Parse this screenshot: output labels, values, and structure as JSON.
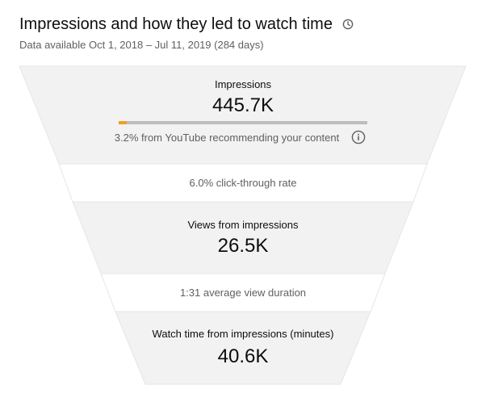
{
  "header": {
    "title": "Impressions and how they led to watch time",
    "subtitle": "Data available Oct 1, 2018 – Jul 11, 2019 (284 days)",
    "title_icon": "clock-icon"
  },
  "funnel": {
    "impressions": {
      "label": "Impressions",
      "value": "445.7K",
      "recommend_share": 0.032,
      "recommend_note": "3.2% from YouTube recommending your content",
      "info_icon": "info-icon"
    },
    "ctr": {
      "text": "6.0% click-through rate"
    },
    "views": {
      "label": "Views from impressions",
      "value": "26.5K"
    },
    "avd": {
      "text": "1:31 average view duration"
    },
    "watch_time": {
      "label": "Watch time from impressions (minutes)",
      "value": "40.6K"
    }
  },
  "colors": {
    "segment_fill": "#f2f2f2",
    "segment_light": "#ffffff",
    "border": "#e0e0e0",
    "bar_track": "#bdbdbd",
    "bar_fill": "#f29d28",
    "muted_text": "#606060"
  }
}
